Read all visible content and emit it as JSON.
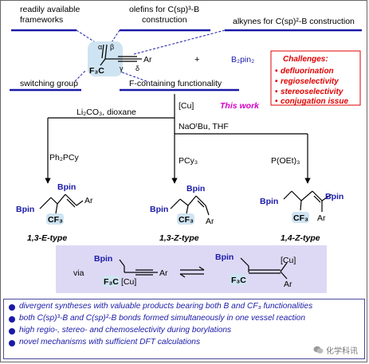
{
  "labels": {
    "readily": [
      "readily available",
      "frameworks"
    ],
    "olefins": [
      "olefins for C(sp)³-B",
      "construction"
    ],
    "alkynes": "alkynes for C(sp)²-B construction",
    "switching": "switching group",
    "fcontaining": "F-containing functionality"
  },
  "substrate": {
    "alpha": "α",
    "beta": "β",
    "gamma": "γ",
    "delta": "δ",
    "cf3": "F₃C",
    "ar": "Ar"
  },
  "reagents": {
    "plus": "+",
    "b2pin2": "B₂pin₂"
  },
  "challenges": {
    "title": "Challenges:",
    "items": [
      "defluorination",
      "regioselectivity",
      "stereoselectivity",
      "conjugation issue"
    ]
  },
  "conditions": {
    "cu": "[Cu]",
    "this_work": "This work",
    "left": "Li₂CO₃, dioxane",
    "center": "NaOᵗBu, THF",
    "ligand_left": "Ph₂PCy",
    "ligand_mid": "PCy₃",
    "ligand_right": "P(OEt)₃"
  },
  "products": [
    {
      "type_label": "1,3-E-type",
      "bpin1": "Bpin",
      "bpin2": "Bpin",
      "cf3": "CF₃",
      "ar": "Ar"
    },
    {
      "type_label": "1,3-Z-type",
      "bpin1": "Bpin",
      "bpin2": "Bpin",
      "cf3": "CF₃",
      "ar": "Ar"
    },
    {
      "type_label": "1,4-Z-type",
      "bpin1": "Bpin",
      "bpin2": "Bpin",
      "cf3": "CF₃",
      "ar": "Ar"
    }
  ],
  "mechanism": {
    "via": "via",
    "left": {
      "bpin": "Bpin",
      "cf3": "F₃C",
      "cu": "[Cu]",
      "ar": "Ar"
    },
    "right": {
      "bpin": "Bpin",
      "cf3": "F₃C",
      "cu": "[Cu]",
      "ar": "Ar"
    }
  },
  "bullets": [
    "divergent syntheses with valuable products bearing both B and CF₃ functionalities",
    "both C(sp)³-B and C(sp)²-B bonds formed simultaneously in one vessel reaction",
    "high regio-, stereo- and chemoselectivity during borylations",
    "novel mechanisms with sufficient DFT calculations"
  ],
  "watermark": "化学科讯",
  "colors": {
    "blue": "#1a1aa8",
    "red": "#e00000",
    "magenta": "#d400c8",
    "highlight": "#cfe4f2",
    "mech_bg": "#ddd9f4"
  }
}
